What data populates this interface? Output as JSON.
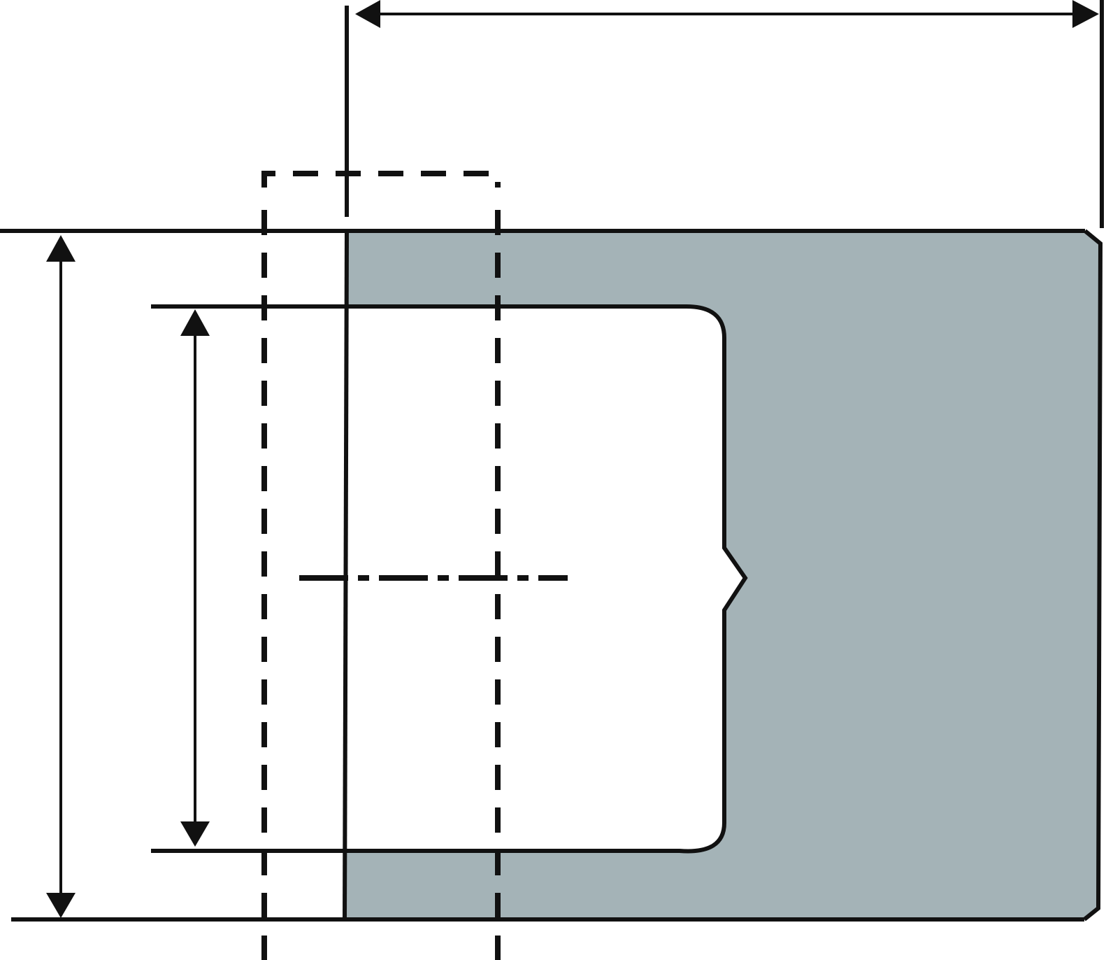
{
  "figure": {
    "type": "technical-cross-section",
    "colors": {
      "line": "#111111",
      "body_fill": "#a4b3b7",
      "background": "#ffffff"
    },
    "dimensions": [
      {
        "id": "overall-length",
        "orientation": "horizontal",
        "label": ""
      },
      {
        "id": "outer-height",
        "orientation": "vertical",
        "label": ""
      },
      {
        "id": "bore-height",
        "orientation": "vertical",
        "label": ""
      }
    ]
  }
}
